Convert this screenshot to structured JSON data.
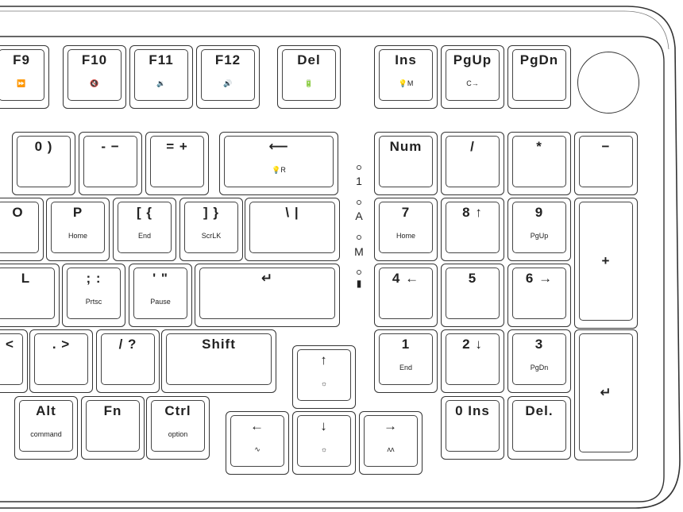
{
  "keys": {
    "f9": {
      "main": "F9",
      "sub": "⏩"
    },
    "f10": {
      "main": "F10",
      "sub": "🔇"
    },
    "f11": {
      "main": "F11",
      "sub": "🔉"
    },
    "f12": {
      "main": "F12",
      "sub": "🔊"
    },
    "del_top": {
      "main": "Del",
      "sub": "🔋"
    },
    "ins": {
      "main": "Ins",
      "sub": "💡M"
    },
    "pgup": {
      "main": "PgUp",
      "sub": "C→"
    },
    "pgdn": {
      "main": "PgDn",
      "sub": ""
    },
    "zero_paren": {
      "main": "0 )",
      "sub": ""
    },
    "minus": {
      "main": "- −",
      "sub": ""
    },
    "equal": {
      "main": "= +",
      "sub": ""
    },
    "backspace": {
      "main": "⟵",
      "sub": "💡R"
    },
    "num": {
      "main": "Num",
      "sub": ""
    },
    "slash_np": {
      "main": "/",
      "sub": ""
    },
    "star": {
      "main": "*",
      "sub": ""
    },
    "minus_np": {
      "main": "−",
      "sub": ""
    },
    "o": {
      "main": "O",
      "sub": ""
    },
    "p": {
      "main": "P",
      "sub": "Home"
    },
    "lbracket": {
      "main": "[ {",
      "sub": "End"
    },
    "rbracket": {
      "main": "] }",
      "sub": "ScrLK"
    },
    "backslash": {
      "main": "\\ |",
      "sub": ""
    },
    "np7": {
      "main": "7",
      "sub": "Home"
    },
    "np8": {
      "main": "8 ↑",
      "sub": ""
    },
    "np9": {
      "main": "9",
      "sub": "PgUp"
    },
    "plus_np": {
      "main": "+",
      "sub": ""
    },
    "l": {
      "main": "L",
      "sub": ""
    },
    "semicolon": {
      "main": "; :",
      "sub": "Prtsc"
    },
    "quote": {
      "main": "' \"",
      "sub": "Pause"
    },
    "enter": {
      "main": "↵",
      "sub": ""
    },
    "np4": {
      "main": "4 ←",
      "sub": ""
    },
    "np5": {
      "main": "5",
      "sub": ""
    },
    "np6": {
      "main": "6 →",
      "sub": ""
    },
    "comma": {
      "main": "<",
      "sub": ""
    },
    "period": {
      "main": ". >",
      "sub": ""
    },
    "slash": {
      "main": "/ ?",
      "sub": ""
    },
    "shift": {
      "main": "Shift",
      "sub": ""
    },
    "up": {
      "main": "↑",
      "sub": "☼"
    },
    "np1": {
      "main": "1",
      "sub": "End"
    },
    "np2": {
      "main": "2 ↓",
      "sub": ""
    },
    "np3": {
      "main": "3",
      "sub": "PgDn"
    },
    "np_enter": {
      "main": "↵",
      "sub": ""
    },
    "alt": {
      "main": "Alt",
      "sub": "command"
    },
    "fn": {
      "main": "Fn",
      "sub": ""
    },
    "ctrl": {
      "main": "Ctrl",
      "sub": "option"
    },
    "left": {
      "main": "←",
      "sub": "∿"
    },
    "down": {
      "main": "↓",
      "sub": "☼"
    },
    "right": {
      "main": "→",
      "sub": "ʌʌ"
    },
    "np0": {
      "main": "0 Ins",
      "sub": ""
    },
    "np_del": {
      "main": "Del.",
      "sub": ""
    }
  },
  "indicators": {
    "one": "1",
    "a": "A",
    "m": "M",
    "battery": "▮"
  }
}
